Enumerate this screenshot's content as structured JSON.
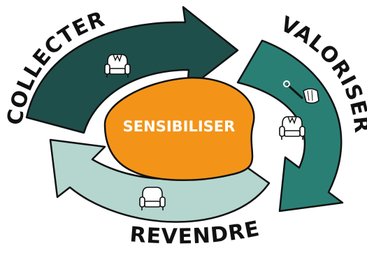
{
  "diagram": {
    "center": {
      "label": "SENSIBILISER"
    },
    "steps": [
      {
        "label": "COLLECTER"
      },
      {
        "label": "VALORISER"
      },
      {
        "label": "REVENDRE"
      }
    ],
    "icons": [
      "armchair-damaged-icon",
      "armchair-damaged-icon",
      "armchair-repaired-icon",
      "repair-tools-icon"
    ],
    "colors": {
      "collecter_arrow": "#1f4f4b",
      "valoriser_arrow": "#2a7f74",
      "revendre_arrow": "#b4d6cf",
      "center": "#f39419",
      "outline": "#111111",
      "text": "#111111",
      "center_text": "#ffffff"
    }
  }
}
